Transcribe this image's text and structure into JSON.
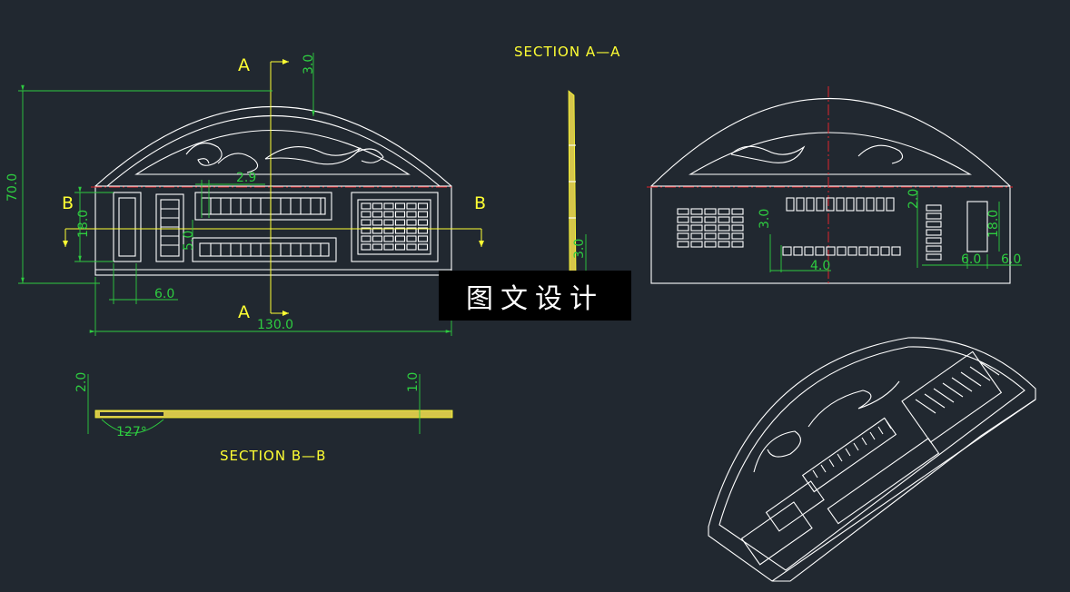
{
  "drawing": {
    "section_aa_title": "SECTION A—A",
    "section_bb_title": "SECTION B—B",
    "marker_a_top": "A",
    "marker_a_bottom": "A",
    "marker_b_left": "B",
    "marker_b_right": "B"
  },
  "dims_front": {
    "top_offset": "3.0",
    "height": "70.0",
    "slot_gap": "2.9",
    "left_height": "18.0",
    "mid_height": "5.0",
    "bottom_gap": "6.0",
    "width": "130.0"
  },
  "dims_bb": {
    "left_thick": "2.0",
    "right_thick": "1.0",
    "angle": "127°"
  },
  "dims_aa": {
    "thickness": "3.0"
  },
  "dims_back": {
    "left_height": "3.0",
    "left_width": "4.0",
    "right_gap": "2.0",
    "right_height": "18.0",
    "right_w1": "6.0",
    "right_w2": "6.0"
  },
  "watermark": "图文设计",
  "colors": {
    "background": "#212830",
    "outline": "#ffffff",
    "dimension": "#2ecc40",
    "centerline": "#e0252b",
    "label": "#ffff33"
  }
}
